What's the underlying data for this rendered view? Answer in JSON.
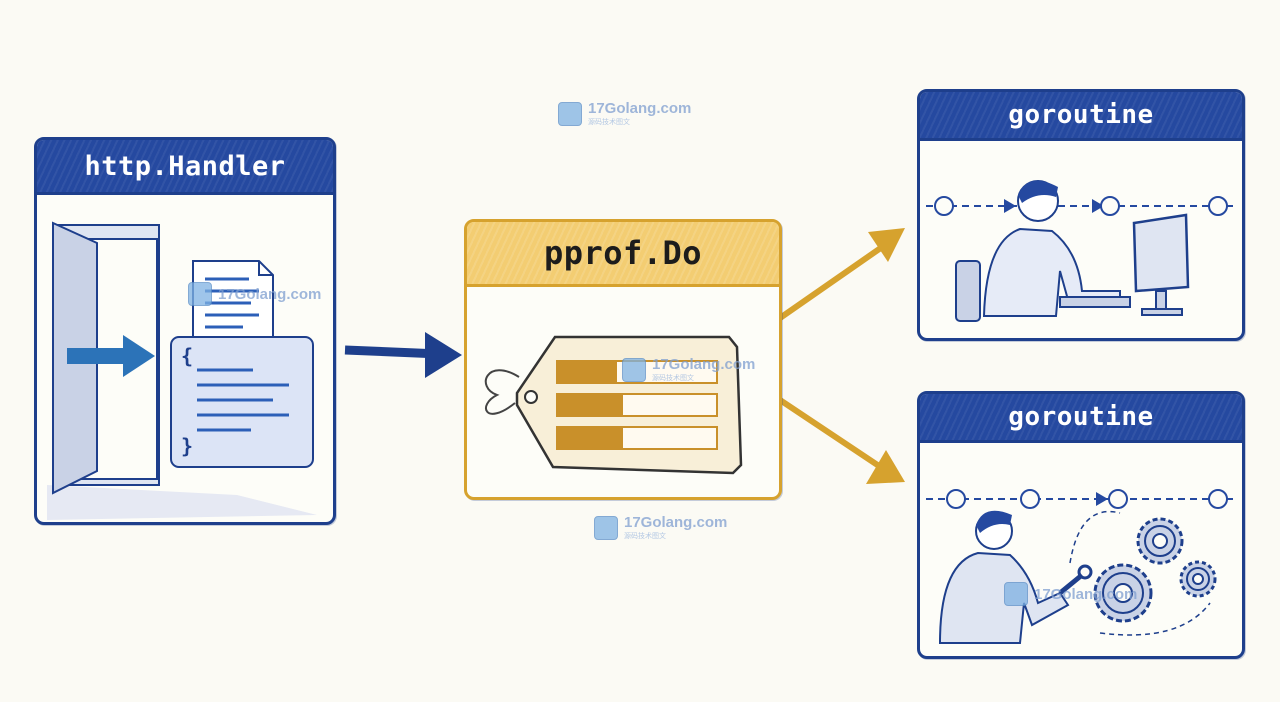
{
  "diagram": {
    "handler_title": "http.Handler",
    "pprof_title": "pprof.Do",
    "goroutine_top_title": "goroutine",
    "goroutine_bottom_title": "goroutine",
    "code_open_brace": "{",
    "code_close_brace": "}"
  },
  "watermarks": [
    {
      "text": "17Golang.com",
      "sub": "源码技术图文"
    },
    {
      "text": "17Golang.com",
      "sub": ""
    },
    {
      "text": "17Golang.com",
      "sub": "源码技术图文"
    },
    {
      "text": "17Golang.com",
      "sub": "源码技术图文"
    },
    {
      "text": "17Golang.com",
      "sub": ""
    }
  ],
  "colors": {
    "blue": "#1e3f8c",
    "blue_header": "#2549a0",
    "gold": "#d6a22e",
    "gold_header": "#f3cd72",
    "tag_bar": "#c9902a"
  }
}
